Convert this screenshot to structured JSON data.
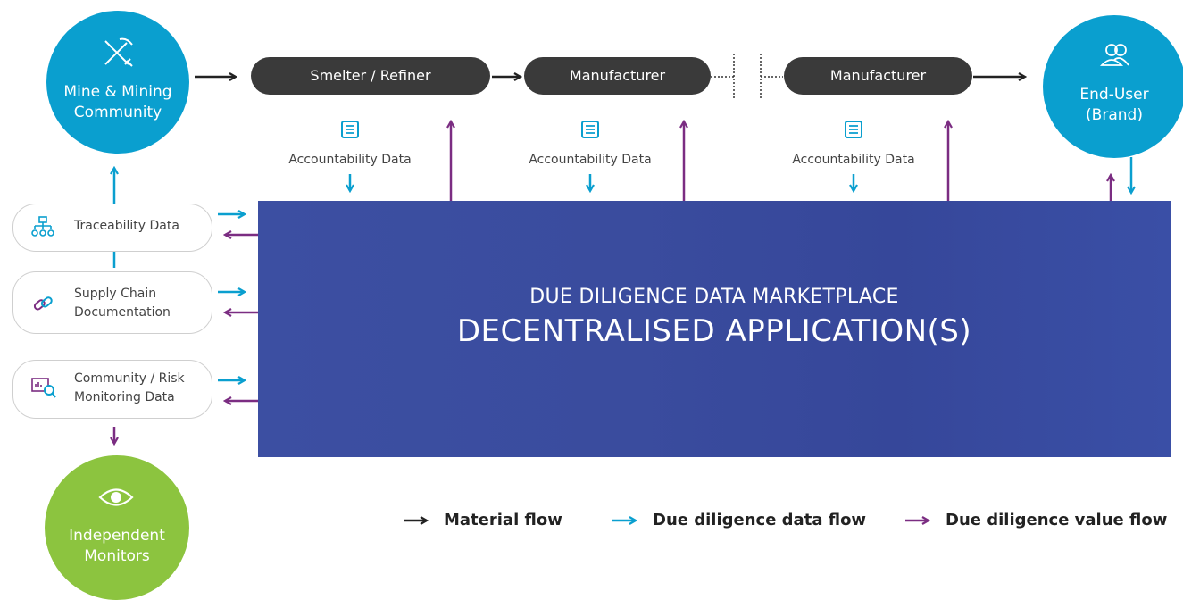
{
  "nodes": {
    "mine": {
      "line1": "Mine & Mining",
      "line2": "Community",
      "icon": "pickaxe-shovel-icon",
      "color": "#0a9fcf"
    },
    "smelter": {
      "label": "Smelter / Refiner"
    },
    "manufacturer_a": {
      "label": "Manufacturer"
    },
    "manufacturer_b": {
      "label": "Manufacturer"
    },
    "end_user": {
      "line1": "End-User",
      "line2": "(Brand)",
      "icon": "users-icon",
      "color": "#0a9fcf"
    },
    "monitors": {
      "line1": "Independent",
      "line2": "Monitors",
      "icon": "eye-icon",
      "color": "#8cc43f"
    }
  },
  "accountability": [
    "Accountability Data",
    "Accountability Data",
    "Accountability Data"
  ],
  "sources": [
    {
      "line1": "Traceability Data",
      "line2": "",
      "icon": "hierarchy-icon"
    },
    {
      "line1": "Supply Chain",
      "line2": "Documentation",
      "icon": "link-icon"
    },
    {
      "line1": "Community / Risk",
      "line2": "Monitoring Data",
      "icon": "monitor-search-icon"
    }
  ],
  "marketplace": {
    "subtitle": "DUE DILIGENCE DATA MARKETPLACE",
    "title": "DECENTRALISED APPLICATION(S)"
  },
  "legend": [
    {
      "label": "Material flow",
      "color": "#222222"
    },
    {
      "label": "Due diligence data flow",
      "color": "#0a9fcf"
    },
    {
      "label": "Due diligence value flow",
      "color": "#7b2d82"
    }
  ]
}
